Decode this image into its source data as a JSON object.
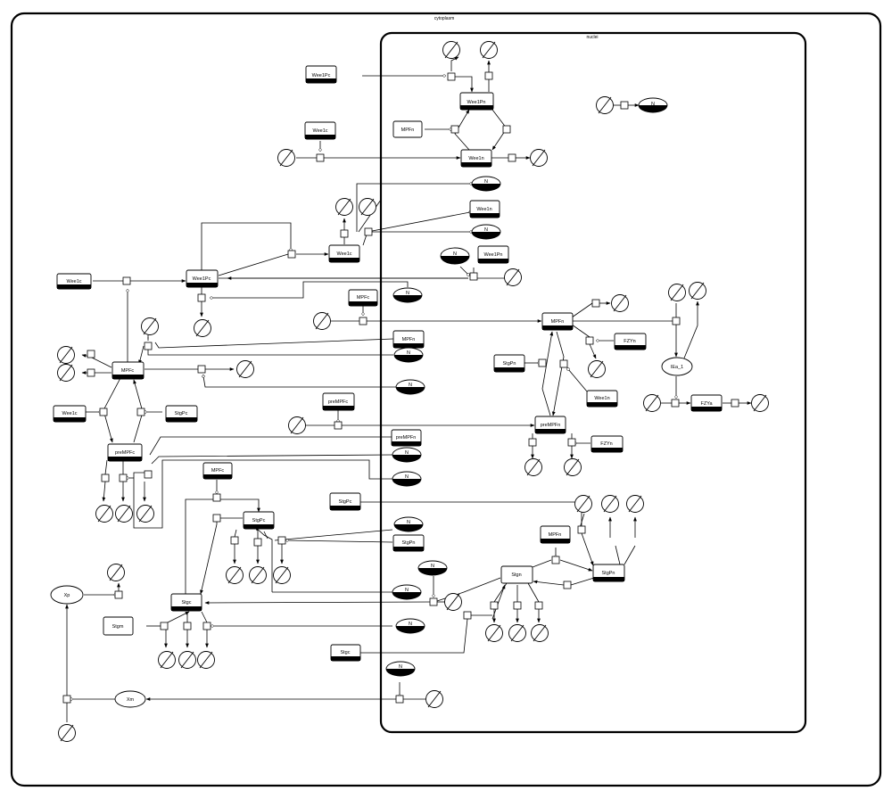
{
  "compartments": {
    "cytoplasm": "cytoplasm",
    "nuclei": "nuclei"
  },
  "nodes": {
    "wee1pc_top": "Wee1Pc",
    "wee1c_top": "Wee1c",
    "wee1pn_top": "Wee1Pn",
    "mpfn_top": "MPFn",
    "wee1n_top": "Wee1n",
    "n_top": "N",
    "n_2": "N",
    "wee1n_2": "Wee1n",
    "n_3": "N",
    "wee1c_mid": "Wee1c",
    "n_4": "N",
    "wee1pn_2": "Wee1Pn",
    "wee1c_left": "Wee1c",
    "wee1pc_mid": "Wee1Pc",
    "n_5": "N",
    "mpfc_in": "MPFc",
    "mpfn_center": "MPFn",
    "mpfn_in": "MPFn",
    "n_6": "N",
    "mpfc_left": "MPFc",
    "n_7": "N",
    "wee1c_low": "Wee1c",
    "stgpc_left": "StgPc",
    "stgpn_r": "StgPn",
    "fzyn_1": "FZYn",
    "wee1n_r": "Wee1n",
    "iea1": "IEa_1",
    "fzya": "FZYa",
    "n_r": "N",
    "prempfc_in": "preMPFc",
    "prempfn_center": "preMPFn",
    "prempfn_in": "preMPFn",
    "fzyn_2": "FZYn",
    "prempfc_left": "preMPFc",
    "n_8": "N",
    "n_9": "N",
    "mpfc_low": "MPFc",
    "stgpc_in": "StgPc",
    "stgpc_center": "StgPc",
    "n_10": "N",
    "stgpn_in": "StgPn",
    "mpfn_low": "MPFn",
    "n_11": "N",
    "stgn": "Stgn",
    "stgpn_center": "StgPn",
    "xp": "Xp",
    "n_12": "N",
    "stgm": "Stgm",
    "stgc_center": "Stgc",
    "n_13": "N",
    "stgc_in": "Stgc",
    "n_14": "N",
    "xm": "Xm"
  }
}
